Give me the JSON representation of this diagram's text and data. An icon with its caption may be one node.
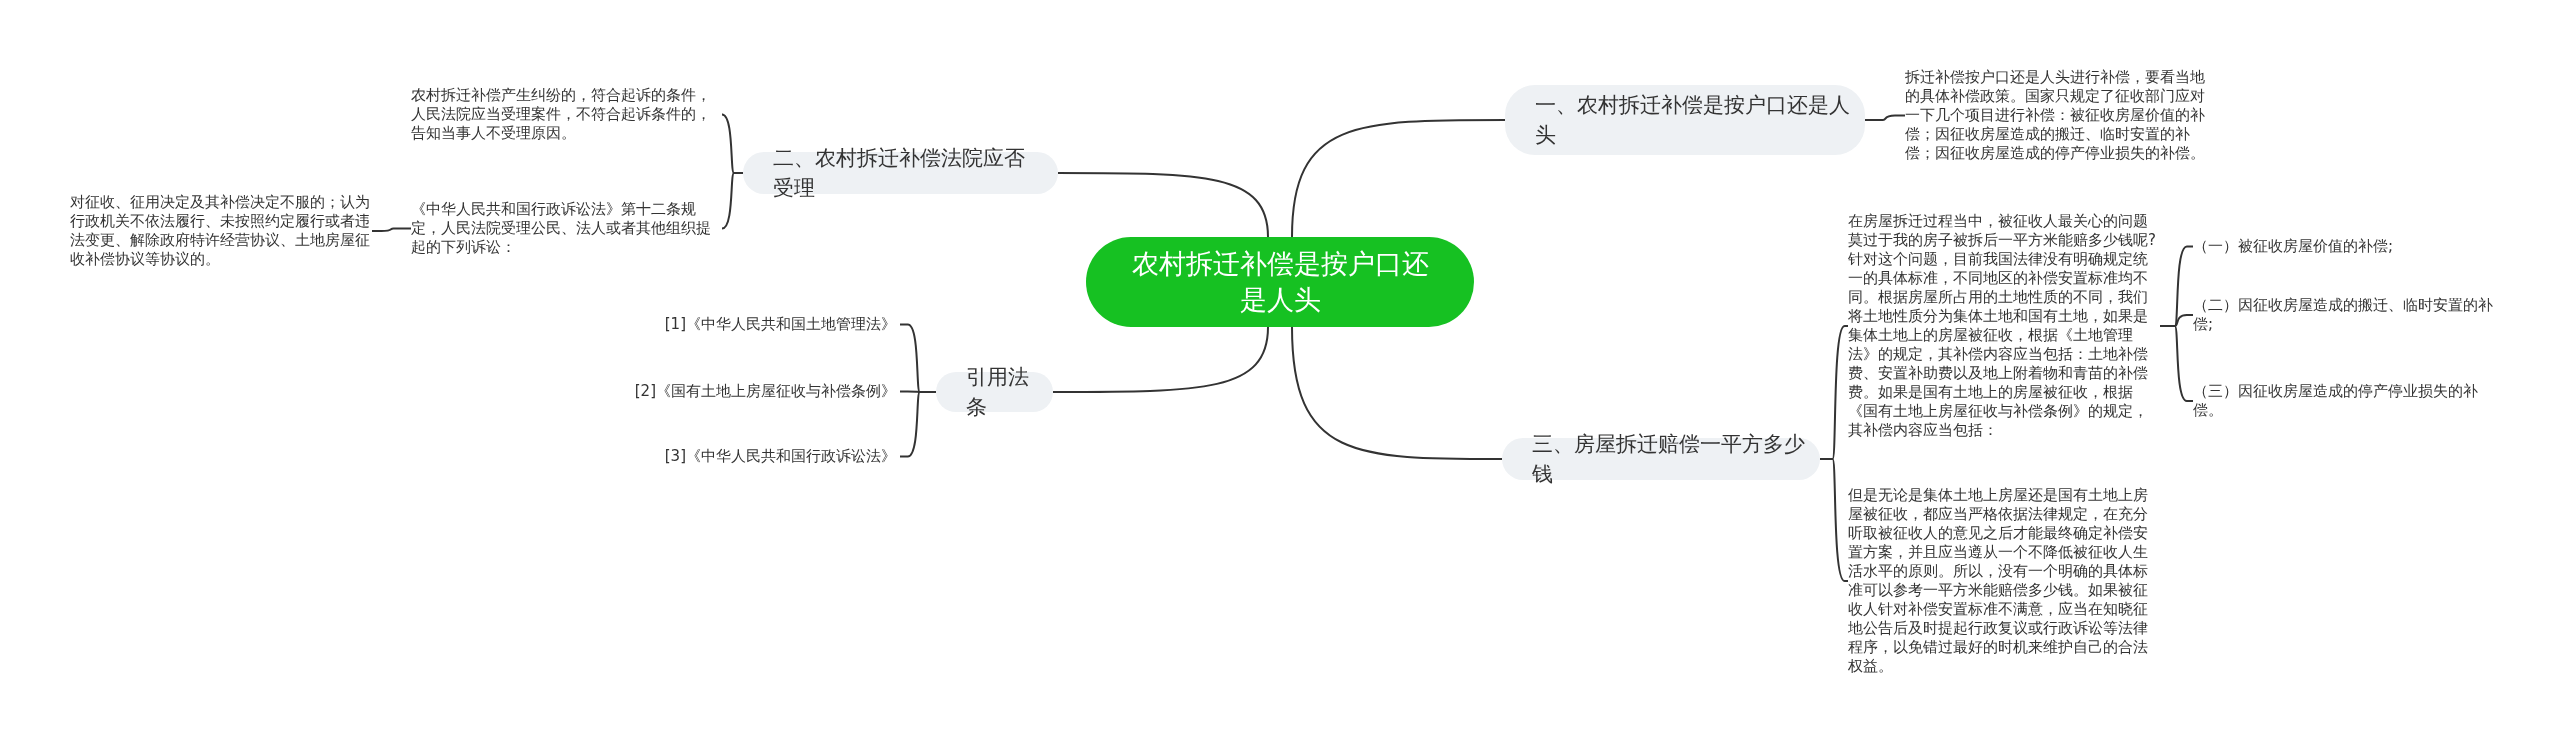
{
  "diagram": {
    "nodes": [
      {
        "text": [
          "农村拆迁补偿是按户口还是人头"
        ]
      },
      {
        "text": [
          "一、农村拆迁补偿是按户口还是人头"
        ]
      },
      {
        "text": [
          "拆迁补偿按户口还是人头进行补偿，要看当地的具体补偿政策。国家只规定了征收部门应对一下几个项目进行补偿：被征收房屋价值的补偿；因征收房屋造成的搬迁、临时安置的补偿；因征收房屋造成的停产停业损失的补偿。"
        ]
      },
      {
        "text": [
          "二、农村拆迁补偿法院应否受理"
        ]
      },
      {
        "text": [
          "农村拆迁补偿产生纠纷的，符合起诉的条件，人民法院应当受理案件，不符合起诉条件的，告知当事人不受理原因。"
        ]
      },
      {
        "text": [
          "《中华人民共和国行政诉讼法》第十二条规定，人民法院受理公民、法人或者其他组织提起的下列诉讼："
        ]
      },
      {
        "text": [
          "对征收、征用决定及其补偿决定不服的；认为行政机关不依法履行、未按照约定履行或者违法变更、解除政府特许经营协议、土地房屋征收补偿协议等协议的。"
        ]
      },
      {
        "text": [
          "引用法条"
        ]
      },
      {
        "text": [
          "[1]《中华人民共和国土地管理法》"
        ]
      },
      {
        "text": [
          "[2]《国有土地上房屋征收与补偿条例》"
        ]
      },
      {
        "text": [
          "[3]《中华人民共和国行政诉讼法》"
        ]
      },
      {
        "text": [
          "三、房屋拆迁赔偿一平方多少钱"
        ]
      },
      {
        "text": [
          "在房屋拆迁过程当中，被征收人最关心的问题莫过于我的房子被拆后一平方米能赔多少钱呢?针对这个问题，目前我国法律没有明确规定统一的具体标准，不同地区的补偿安置标准均不同。根据房屋所占用的土地性质的不同，我们将土地性质分为集体土地和国有土地，如果是集体土地上的房屋被征收，根据《土地管理法》的规定，其补偿内容应当包括：土地补偿费、安置补助费以及地上附着物和青苗的补偿费。如果是国有土地上的房屋被征收，根据《国有土地上房屋征收与补偿条例》的规定，其补偿内容应当包括："
        ]
      },
      {
        "text": [
          "但是无论是集体土地上房屋还是国有土地上房屋被征收，都应当严格依据法律规定，在充分听取被征收人的意见之后才能最终确定补偿安置方案，并且应当遵从一个不降低被征收人生活水平的原则。所以，没有一个明确的具体标准可以参考一平方米能赔偿多少钱。如果被征收人针对补偿安置标准不满意，应当在知晓征地公告后及时提起行政复议或行政诉讼等法律程序，以免错过最好的时机来维护自己的合法权益。"
        ]
      },
      {
        "text": [
          "（一）被征收房屋价值的补偿;"
        ]
      },
      {
        "text": [
          "（二）因征收房屋造成的搬迁、临时安置的补偿;"
        ]
      },
      {
        "text": [
          "（三）因征收房屋造成的停产停业损失的补偿。"
        ]
      }
    ],
    "edges": [
      {
        "from": 0,
        "to": 1,
        "arrow": "none"
      },
      {
        "from": 1,
        "to": 2,
        "arrow": "none"
      },
      {
        "from": 0,
        "to": 3,
        "arrow": "none"
      },
      {
        "from": 3,
        "to": 4,
        "arrow": "none"
      },
      {
        "from": 3,
        "to": 5,
        "arrow": "none"
      },
      {
        "from": 5,
        "to": 6,
        "arrow": "none"
      },
      {
        "from": 0,
        "to": 7,
        "arrow": "none"
      },
      {
        "from": 7,
        "to": 8,
        "arrow": "none"
      },
      {
        "from": 7,
        "to": 9,
        "arrow": "none"
      },
      {
        "from": 7,
        "to": 10,
        "arrow": "none"
      },
      {
        "from": 0,
        "to": 11,
        "arrow": "none"
      },
      {
        "from": 11,
        "to": 12,
        "arrow": "none"
      },
      {
        "from": 11,
        "to": 13,
        "arrow": "none"
      },
      {
        "from": 12,
        "to": 14,
        "arrow": "none"
      },
      {
        "from": 12,
        "to": 15,
        "arrow": "none"
      },
      {
        "from": 12,
        "to": 16,
        "arrow": "none"
      }
    ]
  }
}
